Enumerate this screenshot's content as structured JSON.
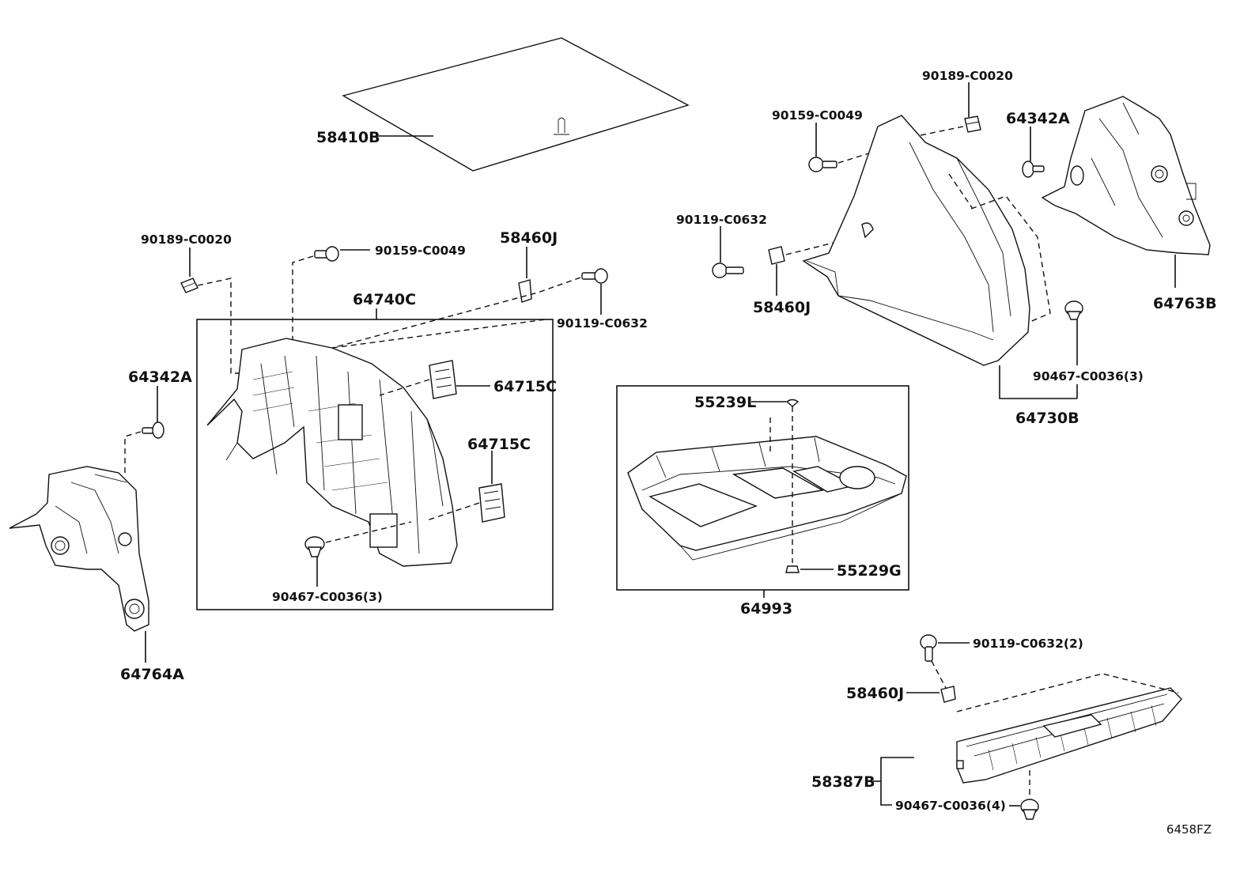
{
  "labels": {
    "mat": "58410B",
    "clip_top_left": "90189-C0020",
    "screw_top_left": "90159-C0049",
    "retainer_left": "58460J",
    "bolt_left": "90119-C0632",
    "trim_left": "64740C",
    "pin_left": "64342A",
    "bracket_upper": "64715C",
    "bracket_lower": "64715C",
    "clip_left_bottom": "90467-C0036(3)",
    "panel_left": "64764A",
    "box_clip_top": "55239L",
    "box_clip_bottom": "55229G",
    "deck_box": "64993",
    "clip_top_right": "90189-C0020",
    "screw_top_right": "90159-C0049",
    "pin_right": "64342A",
    "bolt_right": "90119-C0632",
    "retainer_right": "58460J",
    "panel_right": "64763B",
    "clip_right": "90467-C0036(3)",
    "trim_right": "64730B",
    "bolt_bottom": "90119-C0632(2)",
    "retainer_bottom": "58460J",
    "sill_plate": "58387B",
    "clip_bottom": "90467-C0036(4)"
  },
  "figure_code": "6458FZ"
}
